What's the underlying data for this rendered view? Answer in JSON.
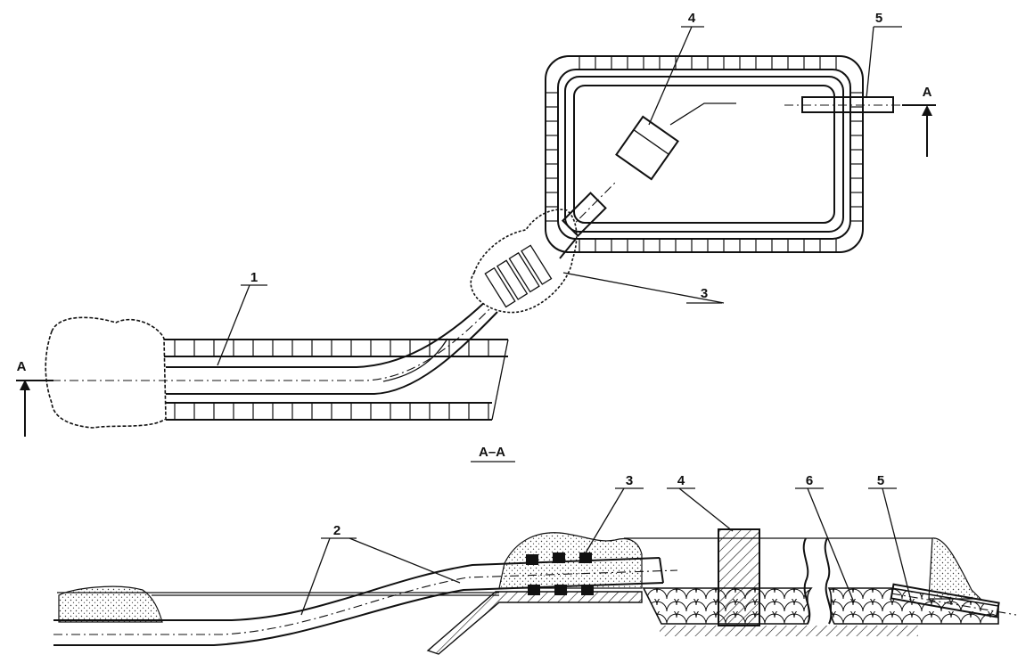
{
  "plan_view": {
    "labels": {
      "pipe_main": "1",
      "joint": "3",
      "structure": "4",
      "outlet": "5"
    },
    "section_marker_left": "A",
    "section_marker_right": "A"
  },
  "section_view": {
    "title": "A–A",
    "labels": {
      "pipe": "2",
      "joint": "3",
      "structure": "4",
      "outlet": "5",
      "lining": "6"
    }
  }
}
